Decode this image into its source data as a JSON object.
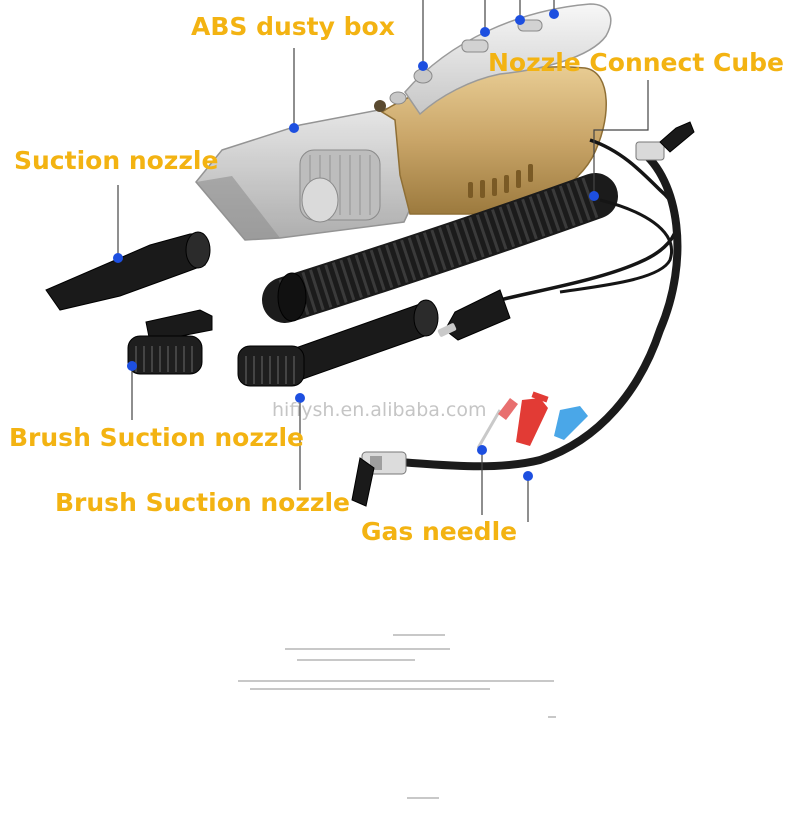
{
  "labels": {
    "abs_dusty_box": "ABS dusty box",
    "nozzle_connect_cube": "Nozzle Connect Cube",
    "suction_nozzle": "Suction nozzle",
    "brush_suction_nozzle_1": "Brush Suction nozzle",
    "brush_suction_nozzle_2": "Brush Suction nozzle",
    "gas_needle": "Gas needle"
  },
  "watermark": "hifiysh.en.alibaba.com",
  "colors": {
    "label_text": "#f3b312",
    "marker": "#1d4fe0",
    "leader_line": "#444444",
    "vacuum_gold": "#c9a568",
    "vacuum_silver": "#e4e4e4",
    "accessory_black": "#1a1a1a",
    "needle_red": "#e23b35",
    "needle_blue": "#4aa7e8"
  }
}
